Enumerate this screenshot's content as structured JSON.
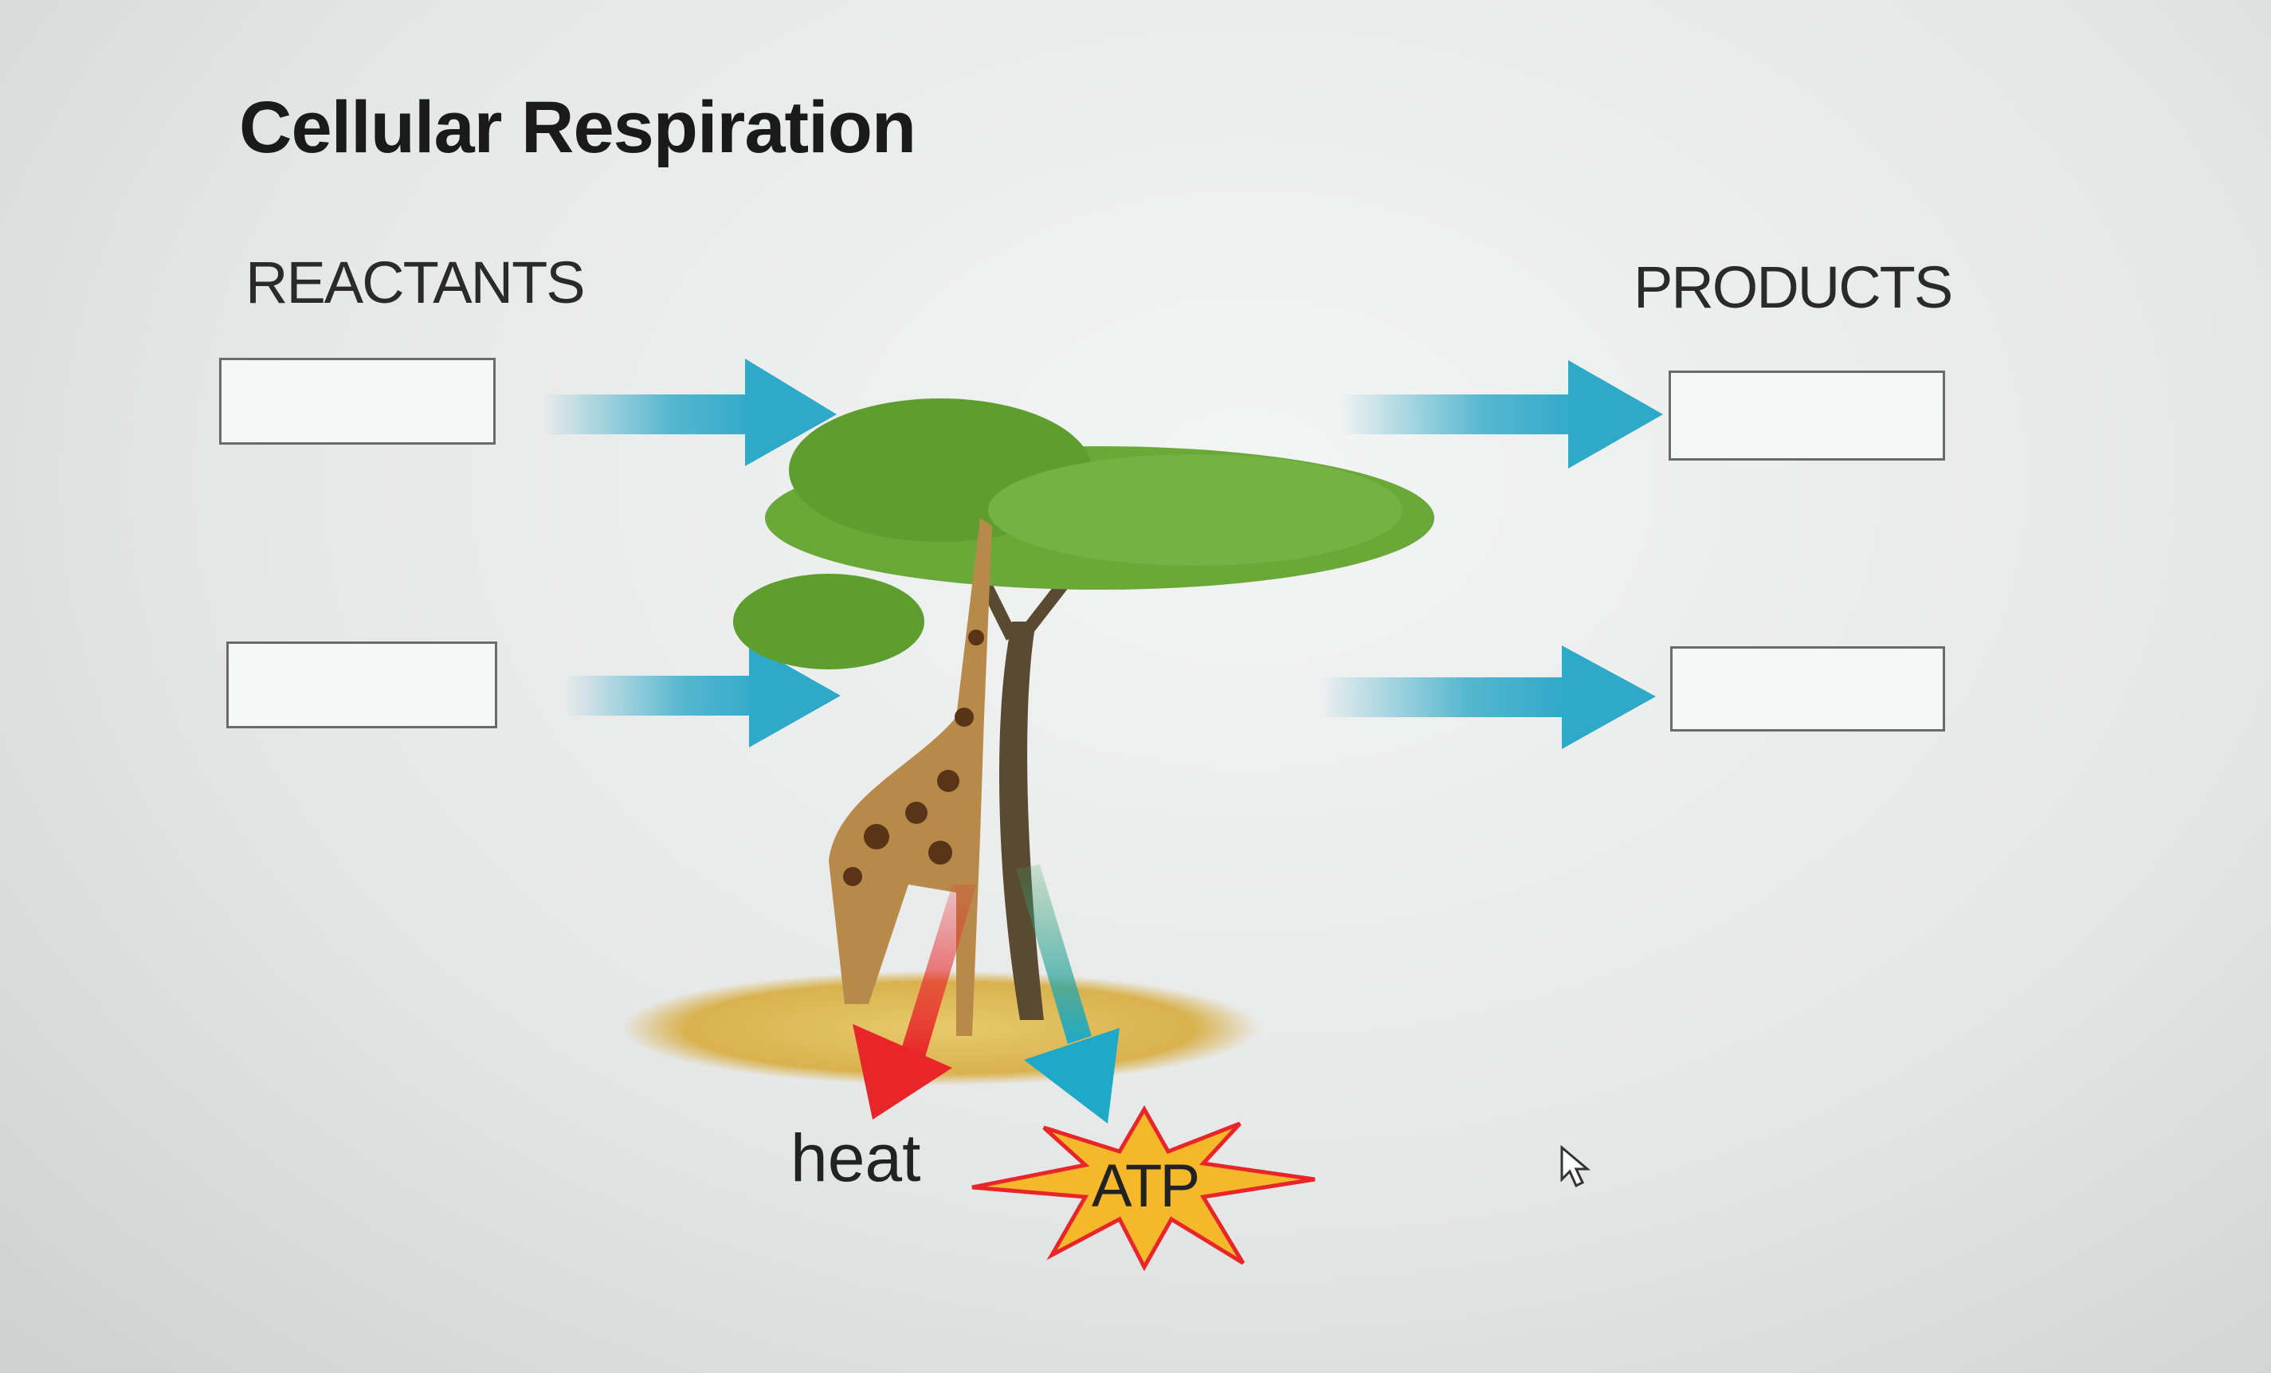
{
  "title": "Cellular Respiration",
  "reactants_label": "REACTANTS",
  "products_label": "PRODUCTS",
  "reactant_boxes": [
    "",
    ""
  ],
  "product_boxes": [
    "",
    ""
  ],
  "heat_label": "heat",
  "atp_label": "ATP",
  "colors": {
    "arrow": "#2fa9c8",
    "heat_arrow": "#e8262a",
    "atp_star": "#f5b82a",
    "tree": "#5e9e2e"
  }
}
